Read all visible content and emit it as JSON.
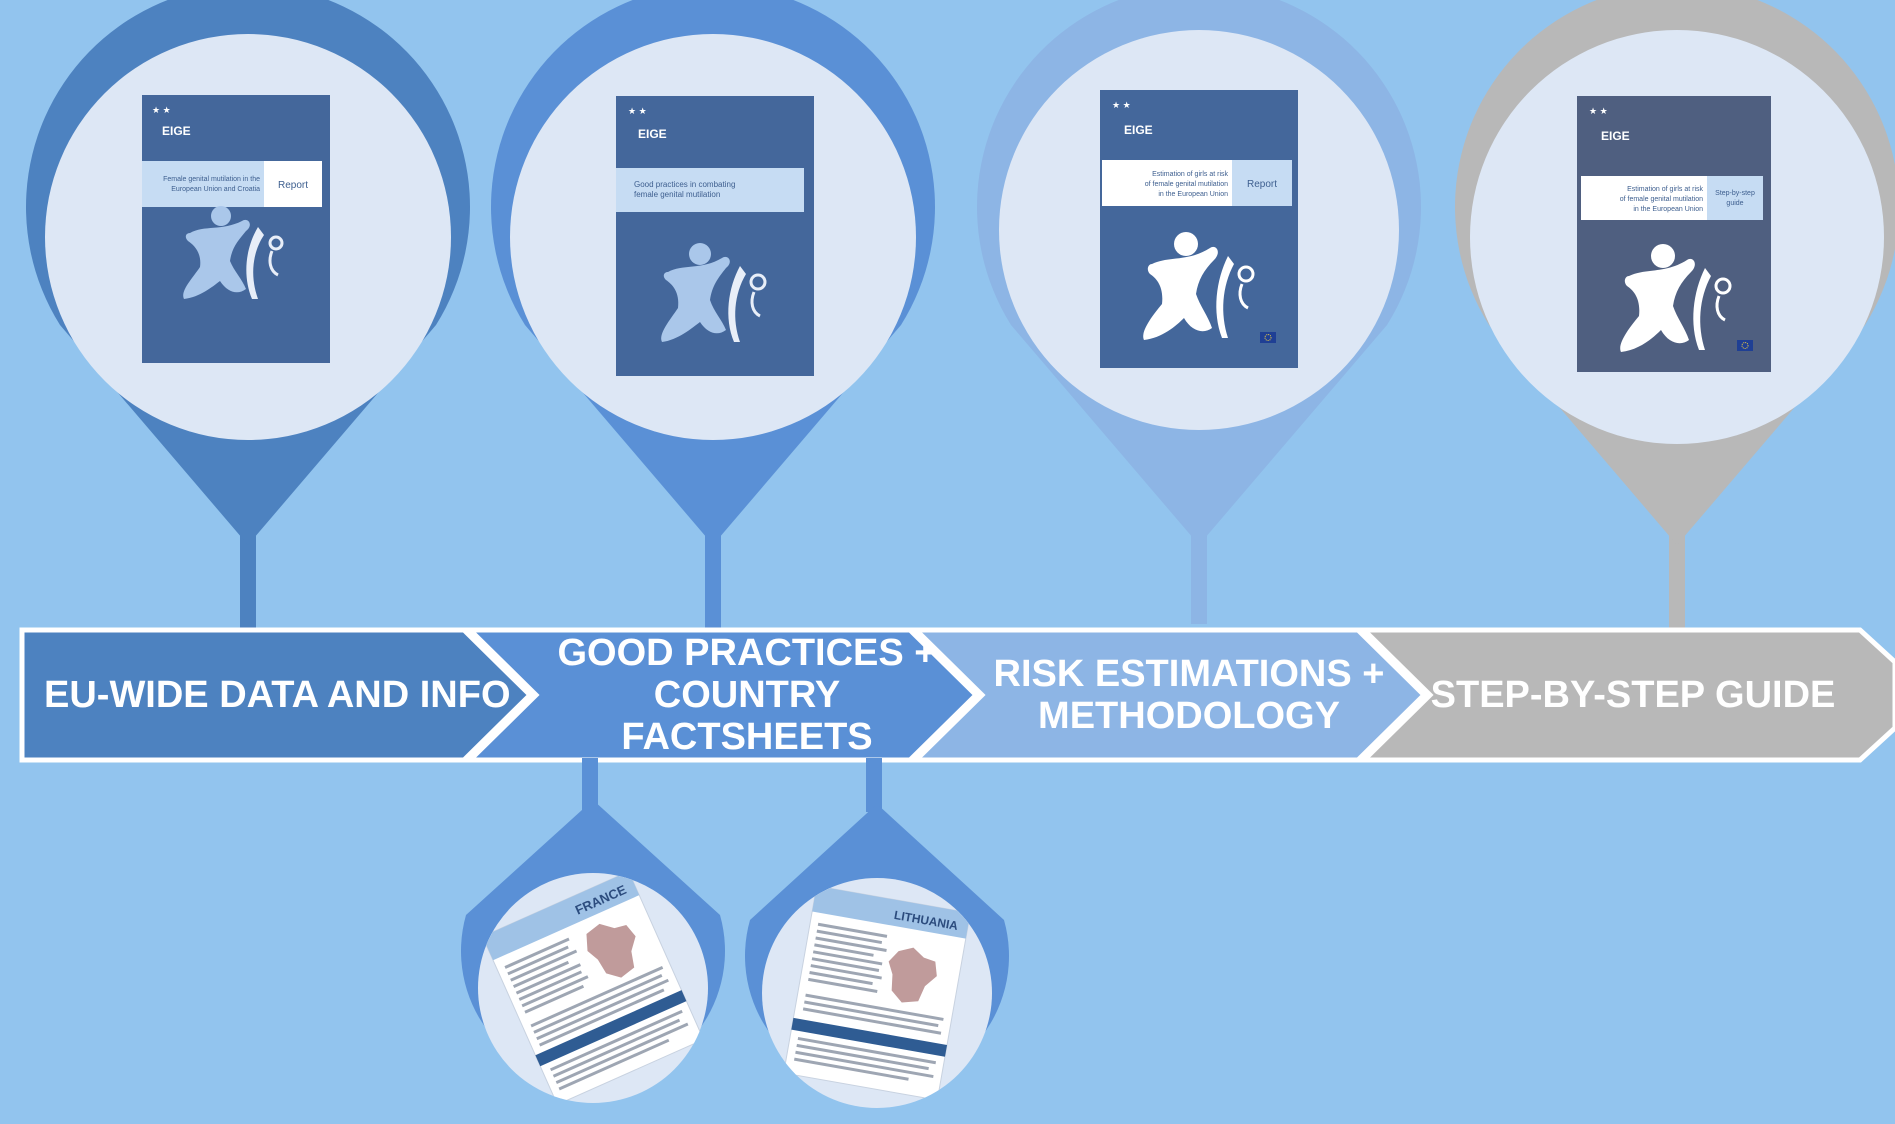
{
  "colors": {
    "background": "#92c4ee",
    "stage1": "#4d82c0",
    "stage2": "#5a90d6",
    "stage3": "#8db5e5",
    "stage4": "#b8b8b8",
    "pin_inner": "#dde7f5",
    "cover_dark": "#44679b",
    "cover_mid": "#496fa0",
    "cover_gray": "#4f5f80",
    "banner_light": "#c6dcf3",
    "banner_white": "#ffffff"
  },
  "covers": [
    {
      "logo": "EIGE",
      "title_lines": [
        "Female genital mutilation in the",
        "European Union and Croatia"
      ],
      "tag": "Report"
    },
    {
      "logo": "EIGE",
      "title_lines": [
        "Good practices in combating",
        "female genital mutilation"
      ],
      "tag": ""
    },
    {
      "logo": "EIGE",
      "title_lines": [
        "Estimation of girls at risk",
        "of female genital mutilation",
        "in the European Union"
      ],
      "tag": "Report"
    },
    {
      "logo": "EIGE",
      "title_lines": [
        "Estimation of girls at risk",
        "of female genital mutilation",
        "in the European Union"
      ],
      "tag_lines": [
        "Step-by-step",
        "guide"
      ]
    }
  ],
  "steps": [
    {
      "lines": [
        "EU-WIDE DATA AND INFO"
      ]
    },
    {
      "lines": [
        "GOOD PRACTICES +",
        "COUNTRY",
        "FACTSHEETS"
      ]
    },
    {
      "lines": [
        "RISK ESTIMATIONS +",
        "METHODOLOGY"
      ]
    },
    {
      "lines": [
        "STEP-BY-STEP GUIDE"
      ]
    }
  ],
  "factsheets": [
    {
      "country": "FRANCE"
    },
    {
      "country": "LITHUANIA"
    }
  ]
}
